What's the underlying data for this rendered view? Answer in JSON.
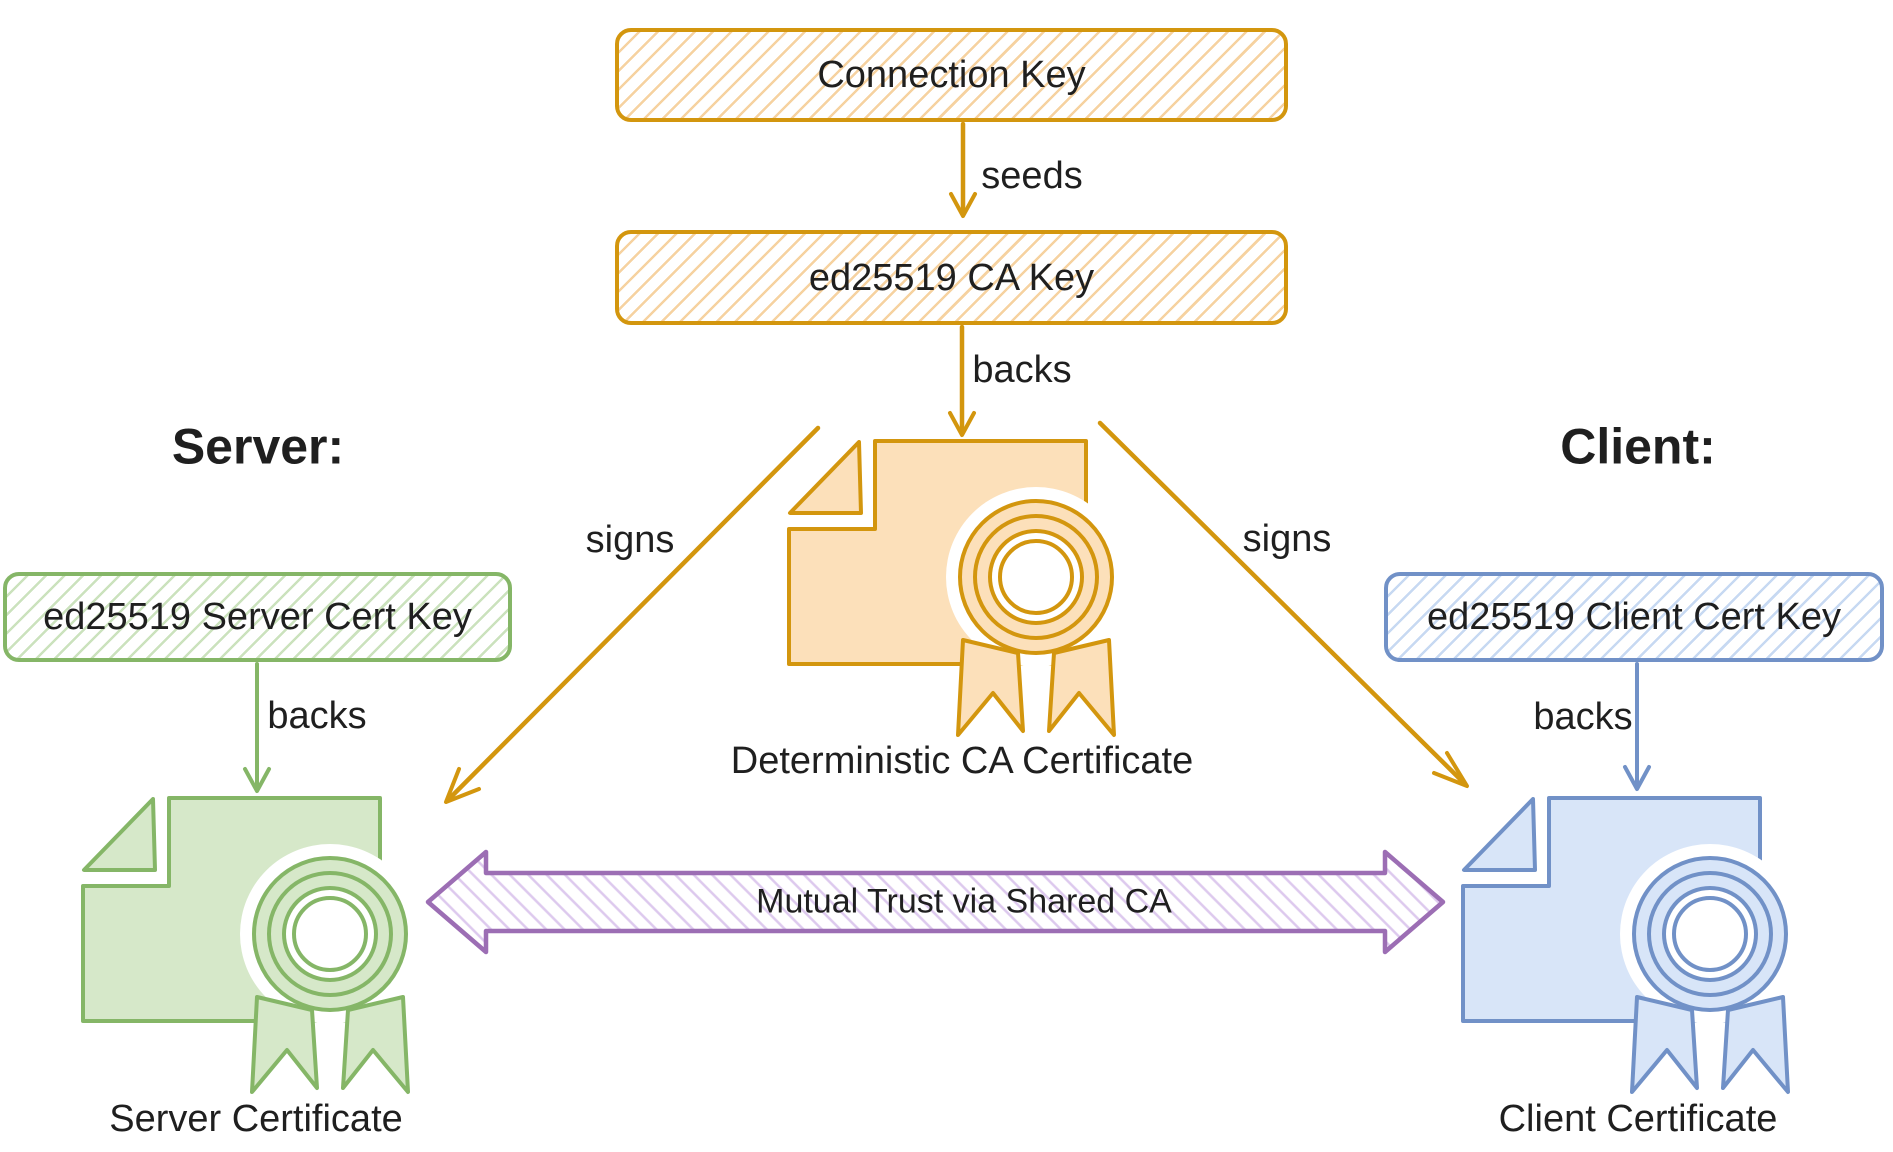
{
  "diagram": {
    "boxes": {
      "connection_key": "Connection Key",
      "ca_key": "ed25519 CA Key",
      "server_key": "ed25519 Server Cert Key",
      "client_key": "ed25519 Client Cert Key"
    },
    "headings": {
      "server": "Server:",
      "client": "Client:"
    },
    "captions": {
      "ca_cert": "Deterministic CA Certificate",
      "server_cert": "Server Certificate",
      "client_cert": "Client Certificate"
    },
    "edge_labels": {
      "seeds": "seeds",
      "backs_ca": "backs",
      "backs_server": "backs",
      "backs_client": "backs",
      "signs_left": "signs",
      "signs_right": "signs",
      "mutual_trust": "Mutual Trust via Shared CA"
    },
    "icons": {
      "ca_certificate": "certificate-seal-icon",
      "server_certificate": "certificate-seal-icon",
      "client_certificate": "certificate-seal-icon"
    },
    "colors": {
      "orange_stroke": "#d3960e",
      "orange_fill": "#fce0ba",
      "orange_hatch": "#f6d2a0",
      "green_stroke": "#85b667",
      "green_fill": "#d6e8c9",
      "green_hatch": "#cbe2bd",
      "blue_stroke": "#7191c7",
      "blue_fill": "#d8e5f8",
      "blue_hatch": "#c7d9f2",
      "purple_stroke": "#9c6eb4",
      "purple_hatch": "#ddc9ee",
      "text_color": "#1f1f1f",
      "background": "#ffffff"
    }
  }
}
